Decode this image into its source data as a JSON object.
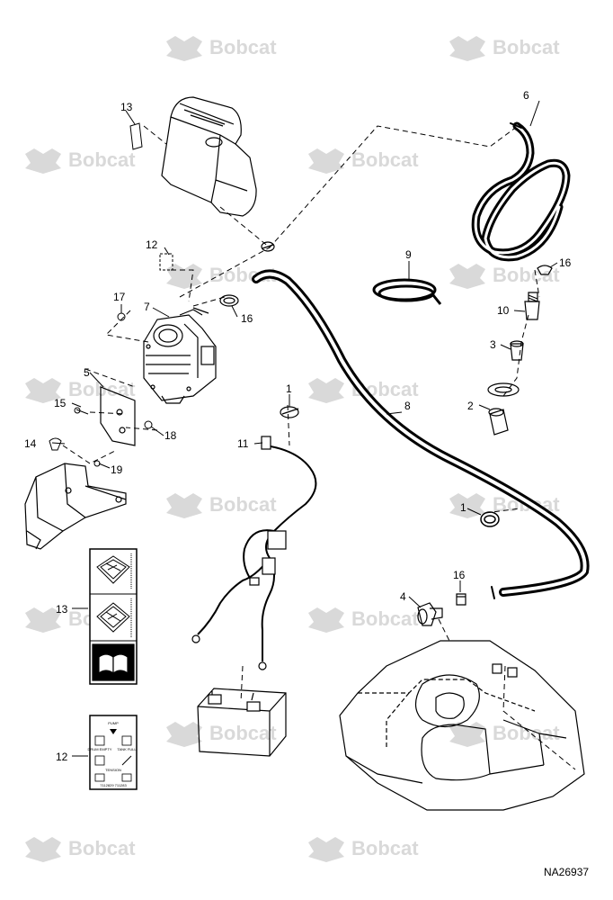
{
  "watermark": {
    "text": "Bobcat",
    "color": "#d9d9d9"
  },
  "drawing_number": "NA26937",
  "callouts": {
    "c1a": "1",
    "c1b": "1",
    "c2": "2",
    "c3": "3",
    "c4": "4",
    "c5": "5",
    "c6": "6",
    "c7": "7",
    "c8": "8",
    "c9": "9",
    "c10": "10",
    "c11": "11",
    "c12a": "12",
    "c12b": "12",
    "c13a": "13",
    "c13b": "13",
    "c14": "14",
    "c15": "15",
    "c16a": "16",
    "c16b": "16",
    "c16c": "16",
    "c17": "17",
    "c18": "18",
    "c19": "19"
  },
  "decal": {
    "pump": "PUMP",
    "drum_empty": "DRUM EMPTY",
    "tank_full": "TANK FULL",
    "tension": "TENSION",
    "part_no": "7112829 711283"
  },
  "colors": {
    "line": "#000000",
    "paper": "#ffffff"
  }
}
